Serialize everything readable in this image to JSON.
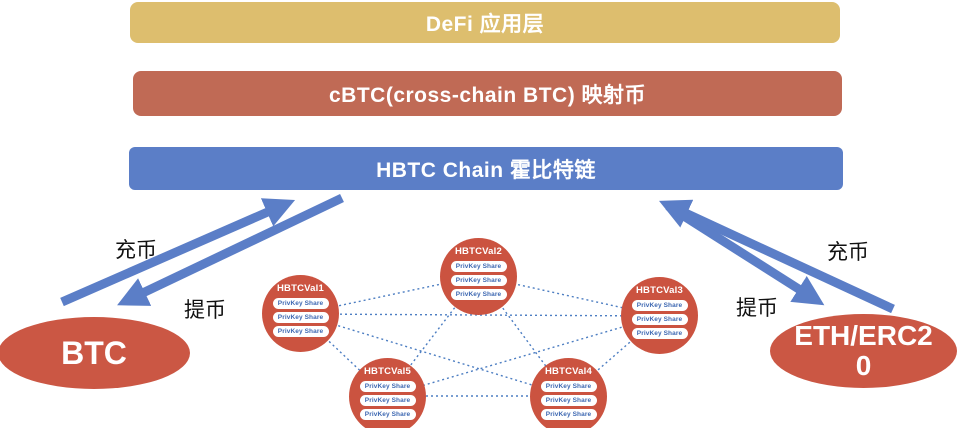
{
  "layers": {
    "defi": {
      "label": "DeFi 应用层",
      "color": "#DDBE6E"
    },
    "cbtc": {
      "label": "cBTC(cross-chain BTC) 映射币",
      "color": "#C06A55"
    },
    "hbtc": {
      "label": "HBTC Chain 霍比特链",
      "color": "#5B7EC7"
    }
  },
  "chains": {
    "btc": {
      "label": "BTC"
    },
    "eth": {
      "label": "ETH/ERC20"
    }
  },
  "flow_labels": {
    "left_deposit": "充币",
    "left_withdraw": "提币",
    "right_deposit": "充币",
    "right_withdraw": "提币"
  },
  "validators": [
    {
      "name": "HBTCVal1",
      "shares": [
        "PrivKey Share",
        "PrivKey Share",
        "PrivKey Share"
      ]
    },
    {
      "name": "HBTCVal2",
      "shares": [
        "PrivKey Share",
        "PrivKey Share",
        "PrivKey Share"
      ]
    },
    {
      "name": "HBTCVal3",
      "shares": [
        "PrivKey Share",
        "PrivKey Share",
        "PrivKey Share"
      ]
    },
    {
      "name": "HBTCVal4",
      "shares": [
        "PrivKey Share",
        "PrivKey Share",
        "PrivKey Share"
      ]
    },
    {
      "name": "HBTCVal5",
      "shares": [
        "PrivKey Share",
        "PrivKey Share",
        "PrivKey Share"
      ]
    }
  ],
  "colors": {
    "arrow": "#5B7EC7",
    "mesh_dotted_line": "#4D7EC2",
    "validator_circle": "#CB5340",
    "chain_ellipse": "#CB5744",
    "privkey_text": "#3E68B2",
    "layer_text": "#ffffff",
    "flow_label_text": "#111111"
  }
}
